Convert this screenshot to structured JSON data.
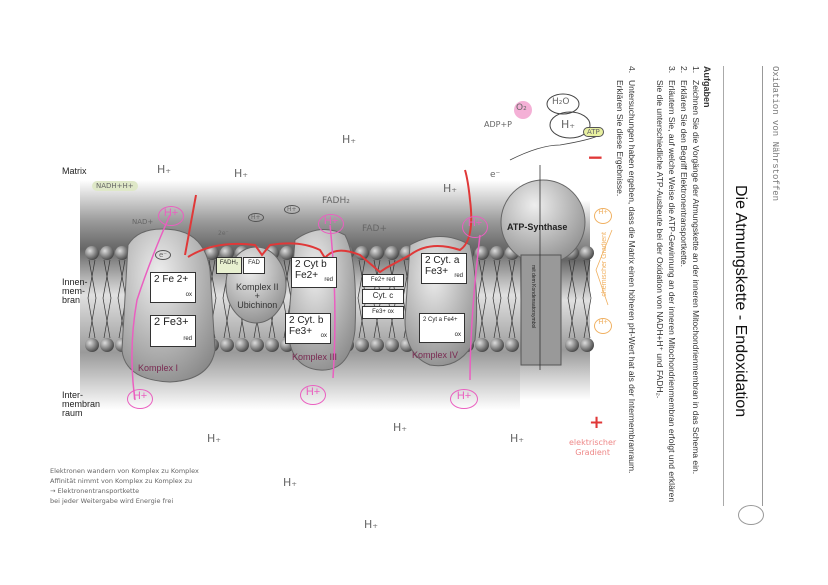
{
  "header": {
    "subject": "Oxidation von Nährstoffen",
    "title": "Die Atmungskette - Endoxidation"
  },
  "tasks": {
    "heading": "Aufgaben",
    "items": [
      {
        "num": "1.",
        "text": "Zeichnen Sie die Vorgänge der Atmungskette an der inneren Mitochondrienmembran in das Schema ein."
      },
      {
        "num": "2.",
        "text": "Erklären Sie den Begriff Elektronentransportkette."
      },
      {
        "num": "3.",
        "text": "Erläutern Sie, auf welche Weise die ATP-Gewinnung an der inneren Mitochondrienmembran erfolgt und erklären",
        "text2": "Sie die unterschiedliche ATP-Ausbeute bei der Oxidation von NADH+H⁺ und FADH₂."
      },
      {
        "num": "4.",
        "text": "Untersuchungen haben ergeben, dass die Matrix einen höheren pH-Wert hat als der Intermembranraum.",
        "text2": "Erklären Sie diese Ergebnisse."
      }
    ]
  },
  "diagram": {
    "labels": {
      "matrix": "Matrix",
      "inner1": "Innen-",
      "inner2": "mem-",
      "inner3": "bran",
      "inter1": "Inter-",
      "inter2": "membran",
      "inter3": "raum"
    },
    "complexes": {
      "k1": "Komplex I",
      "k2a": "Komplex II",
      "k2b": "+",
      "k2c": "Ubichinon",
      "k3": "Komplex III",
      "k4": "Komplex IV",
      "atp": "ATP-Synthase",
      "atp_stalk": "mit dem Kondensatorsymbol"
    },
    "boxes": {
      "k1_top": "2 Fe 2+",
      "k1_top_sub": "ox",
      "k1_bot": "2 Fe3+",
      "k1_bot_sub": "red",
      "k2_fadh": "FADH₂",
      "k2_fad": "FAD",
      "k3_top": "2 Cyt b Fe2+",
      "k3_top_sub": "red",
      "k3_bot": "2 Cyt. b Fe3+",
      "k3_bot_sub": "ox",
      "cytc_top": "Fe2+ red",
      "cytc_mid": "Cyt. c",
      "cytc_bot": "Fe3+ ox",
      "k4_top": "2 Cyt. a Fe3+",
      "k4_top_sub": "red",
      "k4_bot": "2 Cyt a Fe4+",
      "k4_bot_sub": "ox"
    },
    "handwritten": {
      "nadh": "NADH+H+",
      "nad": "NAD+",
      "fadh2": "FADH₂",
      "fad": "FAD+",
      "e": "e⁻",
      "e2": "2e⁻",
      "h_small": "H+",
      "h_plus": "H₊",
      "h_pink": "H+",
      "o2": "O₂",
      "h2o": "H₂O",
      "adp": "ADP+P",
      "atp": "ATP",
      "minus": "−",
      "plus": "+",
      "electric1": "elektrischer",
      "electric2": "Gradient",
      "chem": "chemischer Gradient"
    },
    "notes": [
      "Elektronen wandern von Komplex zu Komplex",
      "Affinität nimmt von Komplex zu Komplex zu",
      "→ Elektronentransportkette",
      "bei jeder Weitergabe wird Energie frei"
    ]
  }
}
